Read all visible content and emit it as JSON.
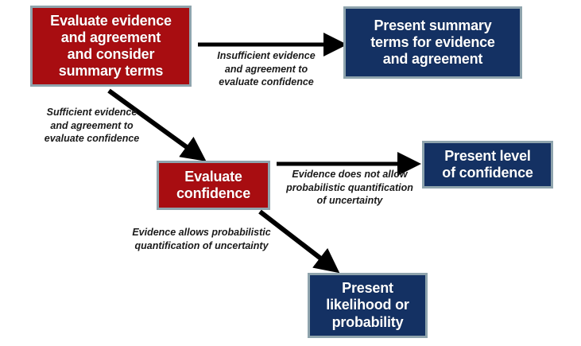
{
  "diagram": {
    "title": "Evidence, agreement and confidence evaluation flowchart",
    "colors": {
      "red_fill": "#a80d11",
      "blue_fill": "#143163",
      "box_border": "#8fa4ad",
      "arrow": "#000000",
      "background": "#ffffff",
      "text": "#ffffff",
      "label_text": "#1a1a1a"
    },
    "nodes": [
      {
        "id": "evaluate-evidence",
        "label": "Evaluate evidence\nand agreement\nand consider\nsummary terms",
        "style": "red"
      },
      {
        "id": "present-summary-terms",
        "label": "Present summary\nterms for evidence\nand agreement",
        "style": "blue"
      },
      {
        "id": "evaluate-confidence",
        "label": "Evaluate\nconfidence",
        "style": "red"
      },
      {
        "id": "present-level-of-confidence",
        "label": "Present level\nof confidence",
        "style": "blue"
      },
      {
        "id": "present-likelihood-or-probability",
        "label": "Present\nlikelihood or\nprobability",
        "style": "blue"
      }
    ],
    "edges": [
      {
        "id": "insufficient-evidence",
        "from": "evaluate-evidence",
        "to": "present-summary-terms",
        "label": "Insufficient evidence\nand agreement to\nevaluate confidence"
      },
      {
        "id": "sufficient-evidence",
        "from": "evaluate-evidence",
        "to": "evaluate-confidence",
        "label": "Sufficient evidence\nand agreement to\nevaluate confidence"
      },
      {
        "id": "evidence-does-not-allow",
        "from": "evaluate-confidence",
        "to": "present-level-of-confidence",
        "label": "Evidence does not allow\nprobabilistic quantification\nof uncertainty"
      },
      {
        "id": "evidence-allows",
        "from": "evaluate-confidence",
        "to": "present-likelihood-or-probability",
        "label": "Evidence allows probabilistic\nquantification of uncertainty"
      }
    ]
  }
}
